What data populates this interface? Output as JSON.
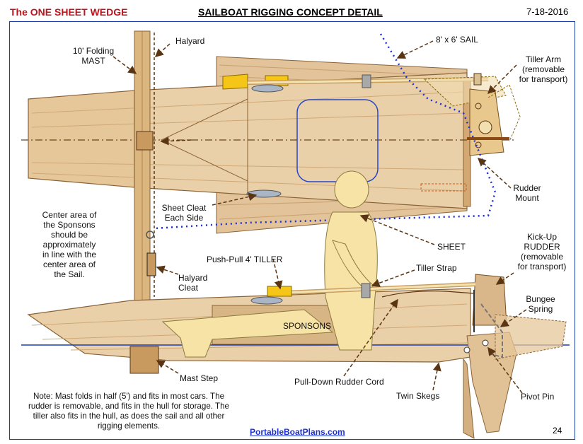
{
  "header": {
    "title_left": "The ONE SHEET WEDGE",
    "title_center": "SAILBOAT RIGGING CONCEPT DETAIL",
    "date": "7-18-2016"
  },
  "labels": {
    "halyard": "Halyard",
    "mast": [
      "10' Folding",
      "MAST"
    ],
    "sail": "8' x 6' SAIL",
    "tiller_arm": [
      "Tiller Arm",
      "(removable",
      "for transport)"
    ],
    "rudder_mount": [
      "Rudder",
      "Mount"
    ],
    "sheet_cleat": [
      "Sheet Cleat",
      "Each Side"
    ],
    "center_area": [
      "Center area of",
      "the Sponsons",
      "should be",
      "approximately",
      "in line with the",
      "center area of",
      "the Sail."
    ],
    "sheet": "SHEET",
    "kickup_rudder": [
      "Kick-Up",
      "RUDDER",
      "(removable",
      "for transport)"
    ],
    "push_pull_tiller": "Push-Pull 4' TILLER",
    "tiller_strap": "Tiller Strap",
    "halyard_cleat": [
      "Halyard",
      "Cleat"
    ],
    "sponsons": "SPONSONS",
    "bungee_spring": [
      "Bungee",
      "Spring"
    ],
    "mast_step": "Mast Step",
    "pull_down_cord": "Pull-Down Rudder Cord",
    "twin_skegs": "Twin Skegs",
    "pivot_pin": "Pivot Pin"
  },
  "note": "Note: Mast folds in half (5') and fits in most cars. The rudder is removable, and fits in the hull for storage. The tiller also fits in the hull, as does the sail and all other rigging elements.",
  "footer": {
    "link": "PortableBoatPlans.com",
    "page_number": "24"
  },
  "colors": {
    "title_red": "#c0141c",
    "frame_blue": "#1d3faa",
    "link_blue": "#1a2fd6",
    "wood": "#e6c79a",
    "wood_dark": "#c99a60",
    "leader": "#5a3514",
    "sheet_line": "#1a2fd6",
    "tiller_yellow": "#f5c518",
    "figure": "#f6e3a5"
  }
}
